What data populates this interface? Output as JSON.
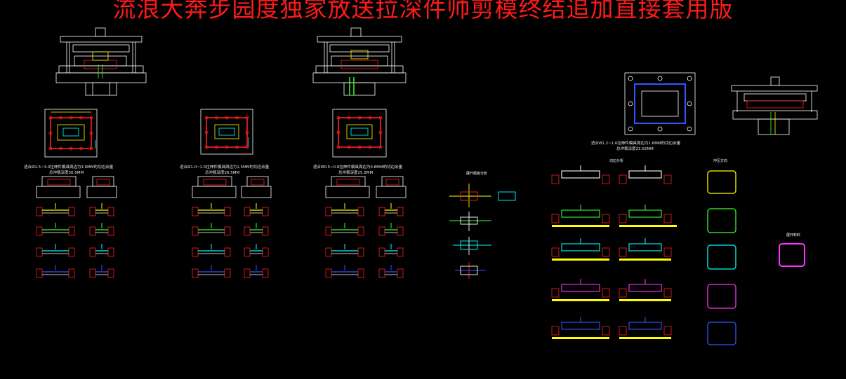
{
  "title": "流浪大奔步园度独家放送拉深件帅剪模终结追加直接套用版",
  "captions": {
    "group1_line1": "适合Ø2.5~3.0拉伸件模具周边为3.0MM的切边余量",
    "group1_line2": "总冲裁深度30.5MM",
    "group2_line1": "适合Ø1.0~1.5拉伸件模具周边为1.5MM的切边余量",
    "group2_line2": "总冲裁深度26.5MM",
    "group3_line1": "适合Ø0.5~0.8拉伸件模具周边为0.8MM的切边余量",
    "group3_line2": "总冲裁深度25.5MM",
    "group4_line1": "适合Ø1.2~1.6拉伸件模具周边为1.6MM的切边余量",
    "group4_line2": "总冲裁深度23.02MM"
  },
  "labels": {
    "blank_analysis": "展开模板分析",
    "right_heading": "切边分析",
    "far_right_heading": "冲压方向",
    "part_label": "展开料料"
  },
  "colors": {
    "background": "#000000",
    "title": "#ff1a1a",
    "outline": "#ffffff",
    "die": "#ff2020",
    "punch_yellow": "#ffff00",
    "cyan": "#00ffff",
    "green": "#33ff33",
    "blue": "#3355ff",
    "magenta": "#ff33ff"
  }
}
